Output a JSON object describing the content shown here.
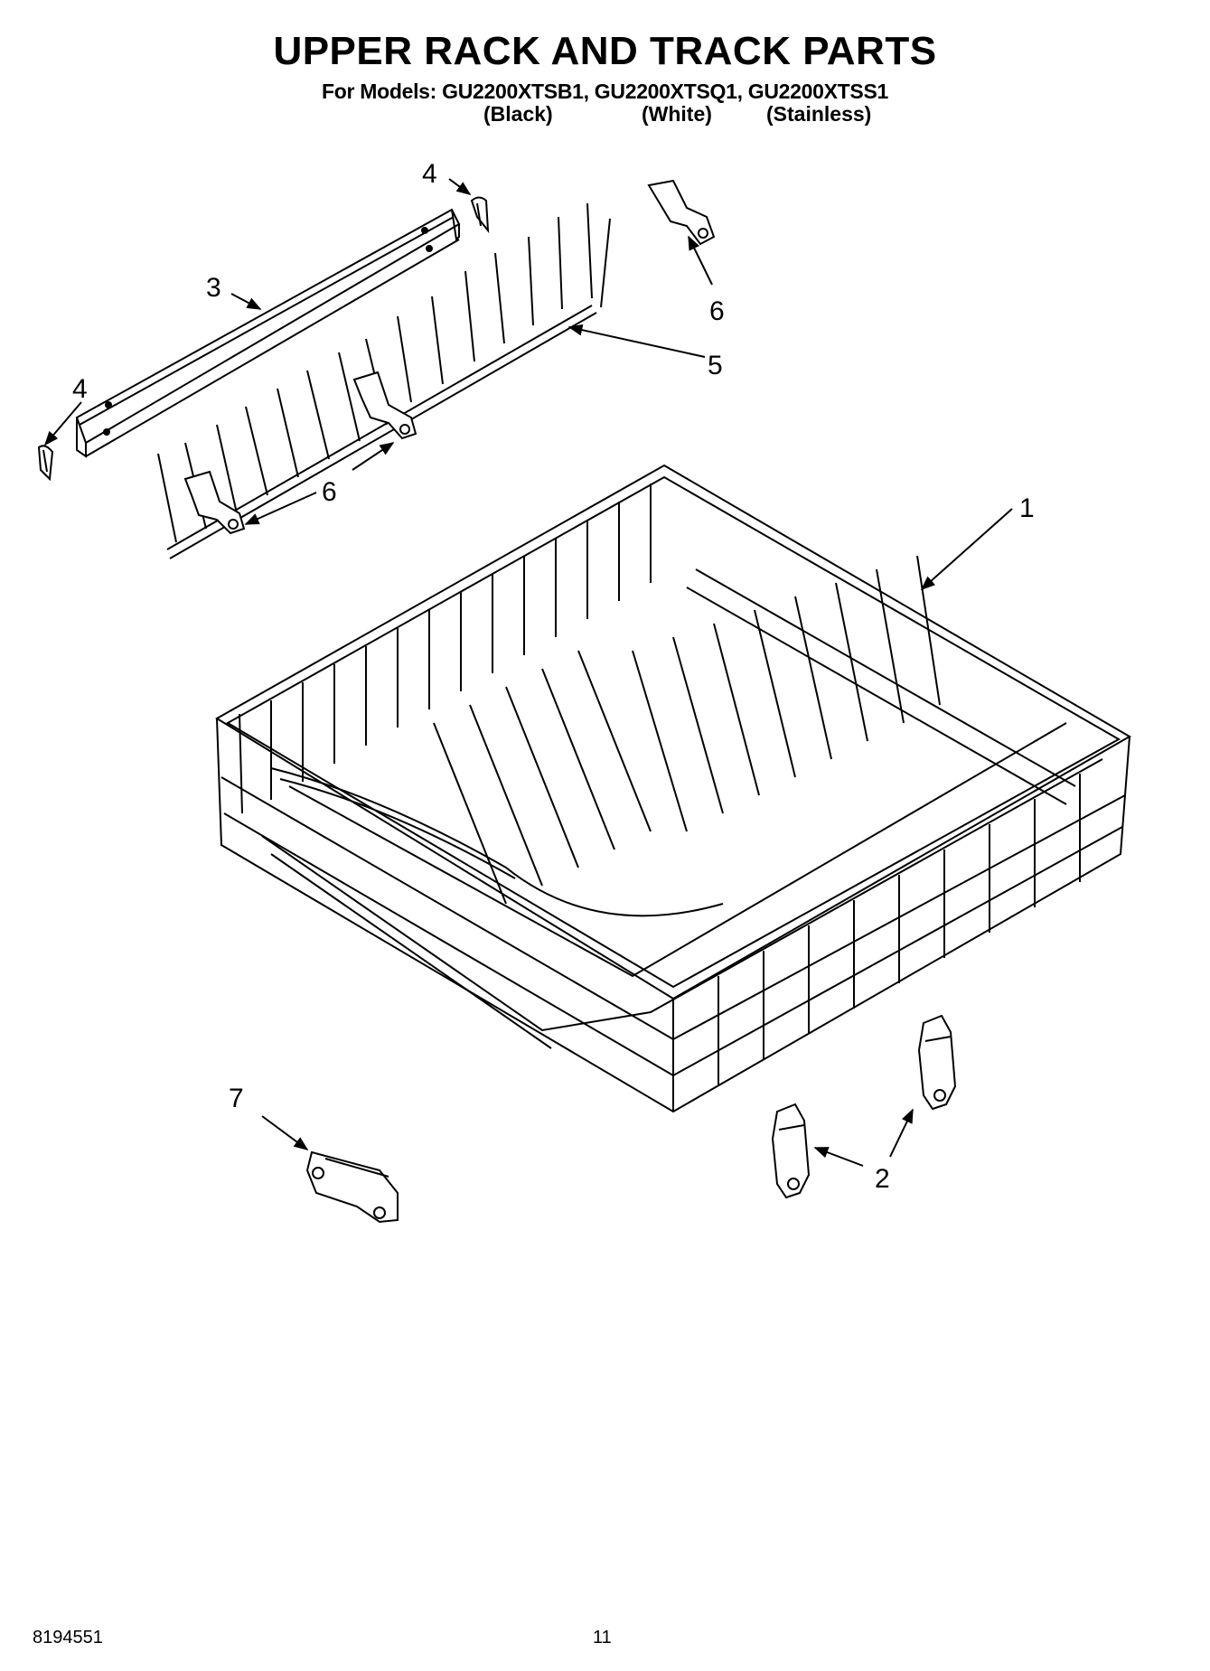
{
  "header": {
    "title": "UPPER RACK AND TRACK PARTS",
    "models_line": "For Models: GU2200XTSB1, GU2200XTSQ1, GU2200XTSS1",
    "variants": [
      "(Black)",
      "(White)",
      "(Stainless)"
    ]
  },
  "diagram": {
    "callouts": {
      "c1": "1",
      "c2": "2",
      "c3": "3",
      "c4a": "4",
      "c4b": "4",
      "c5": "5",
      "c6a": "6",
      "c6b": "6",
      "c7": "7"
    }
  },
  "footer": {
    "document_number": "8194551",
    "page_number": "11"
  }
}
